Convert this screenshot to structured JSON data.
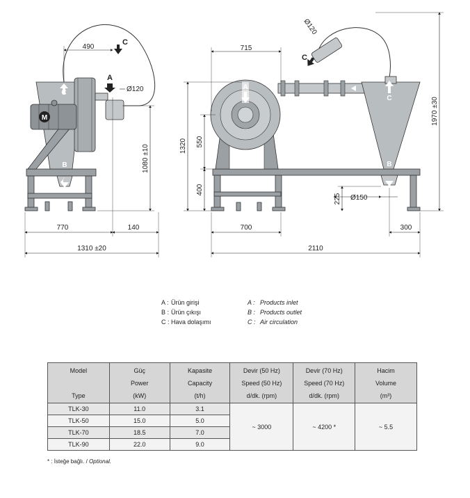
{
  "drawing": {
    "side_view": {
      "dim_top_width": "490",
      "dim_inlet_diameter": "Ø120",
      "dim_height": "1080 ±10",
      "dim_base_left": "770",
      "dim_base_right": "140",
      "dim_total_width": "1310 ±20",
      "motor_label": "M",
      "label_a": "A",
      "label_b": "B",
      "label_c": "C"
    },
    "front_view": {
      "dim_top_width": "715",
      "dim_pipe_diameter": "Ø120",
      "dim_total_height": "1320",
      "dim_upper_height": "550",
      "dim_lower_height": "400",
      "dim_cyclone_height": "1970 ±30",
      "dim_outlet_diameter": "Ø150",
      "dim_outlet_height": "225",
      "dim_left_width": "700",
      "dim_right_width": "300",
      "dim_total_width": "2110",
      "label_a": "A",
      "label_b": "B",
      "label_c": "C"
    }
  },
  "legend": {
    "turkish": [
      {
        "key": "A",
        "text": "Ürün girişi"
      },
      {
        "key": "B",
        "text": "Ürün çıkışı"
      },
      {
        "key": "C",
        "text": "Hava dolaşımı"
      }
    ],
    "english": [
      {
        "key": "A",
        "text": "Products inlet"
      },
      {
        "key": "B",
        "text": "Products outlet"
      },
      {
        "key": "C",
        "text": "Air circulation"
      }
    ]
  },
  "table": {
    "headers": [
      {
        "l1": "Model",
        "l2": "",
        "l3": "Type"
      },
      {
        "l1": "Güç",
        "l2": "Power",
        "l3": "(kW)"
      },
      {
        "l1": "Kapasite",
        "l2": "Capacity",
        "l3": "(t/h)"
      },
      {
        "l1": "Devir (50 Hz)",
        "l2": "Speed (50 Hz)",
        "l3": "d/dk. (rpm)"
      },
      {
        "l1": "Devir (70 Hz)",
        "l2": "Speed (70 Hz)",
        "l3": "d/dk. (rpm)"
      },
      {
        "l1": "Hacim",
        "l2": "Volume",
        "l3": "(m³)"
      }
    ],
    "rows": [
      {
        "model": "TLK-30",
        "power": "11.0",
        "capacity": "3.1"
      },
      {
        "model": "TLK-50",
        "power": "15.0",
        "capacity": "5.0"
      },
      {
        "model": "TLK-70",
        "power": "18.5",
        "capacity": "7.0"
      },
      {
        "model": "TLK-90",
        "power": "22.0",
        "capacity": "9.0"
      }
    ],
    "speed_50": "~ 3000",
    "speed_70": "~ 4200 *",
    "volume": "~ 5.5"
  },
  "footnote": {
    "star": "* : ",
    "turkish": "İsteğe bağlı.",
    "sep": " / ",
    "english": "Optional."
  }
}
